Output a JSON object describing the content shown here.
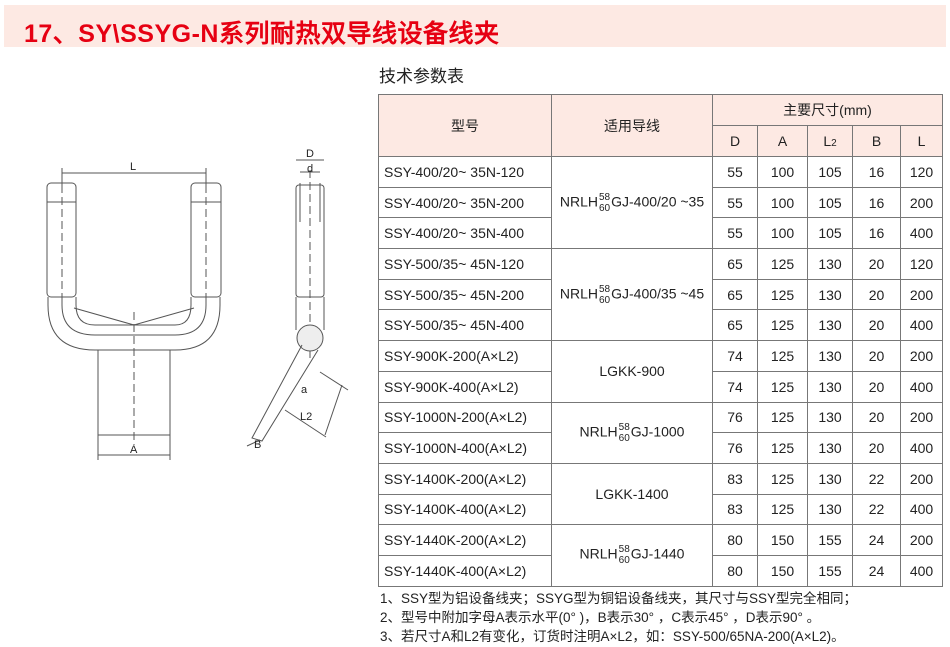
{
  "title": "17、SY\\SSYG-N系列耐热双导线设备线夹",
  "table_title": "技术参数表",
  "headers": {
    "model": "型号",
    "conductor": "适用导线",
    "dims": "主要尺寸(mm)",
    "D": "D",
    "A": "A",
    "L2_main": "L",
    "L2_sub": "2",
    "B": "B",
    "L": "L"
  },
  "groups": [
    {
      "pre": "NRLH",
      "sup": "58",
      "sub": "60",
      "post": "GJ-400/20 ~35"
    },
    {
      "pre": "NRLH",
      "sup": "58",
      "sub": "60",
      "post": "GJ-400/35 ~45"
    },
    {
      "pre": "",
      "sup": "",
      "sub": "",
      "post": "LGKK-900"
    },
    {
      "pre": "NRLH",
      "sup": "58",
      "sub": "60",
      "post": "GJ-1000"
    },
    {
      "pre": "",
      "sup": "",
      "sub": "",
      "post": "LGKK-1400"
    },
    {
      "pre": "NRLH",
      "sup": "58",
      "sub": "60",
      "post": "GJ-1440"
    }
  ],
  "rows": [
    {
      "model": "SSY-400/20~ 35N-120",
      "D": "55",
      "A": "100",
      "L2": "105",
      "B": "16",
      "L": "120"
    },
    {
      "model": "SSY-400/20~ 35N-200",
      "D": "55",
      "A": "100",
      "L2": "105",
      "B": "16",
      "L": "200"
    },
    {
      "model": "SSY-400/20~ 35N-400",
      "D": "55",
      "A": "100",
      "L2": "105",
      "B": "16",
      "L": "400"
    },
    {
      "model": "SSY-500/35~ 45N-120",
      "D": "65",
      "A": "125",
      "L2": "130",
      "B": "20",
      "L": "120"
    },
    {
      "model": "SSY-500/35~ 45N-200",
      "D": "65",
      "A": "125",
      "L2": "130",
      "B": "20",
      "L": "200"
    },
    {
      "model": "SSY-500/35~ 45N-400",
      "D": "65",
      "A": "125",
      "L2": "130",
      "B": "20",
      "L": "400"
    },
    {
      "model": "SSY-900K-200(A×L2)",
      "D": "74",
      "A": "125",
      "L2": "130",
      "B": "20",
      "L": "200"
    },
    {
      "model": "SSY-900K-400(A×L2)",
      "D": "74",
      "A": "125",
      "L2": "130",
      "B": "20",
      "L": "400"
    },
    {
      "model": "SSY-1000N-200(A×L2)",
      "D": "76",
      "A": "125",
      "L2": "130",
      "B": "20",
      "L": "200"
    },
    {
      "model": "SSY-1000N-400(A×L2)",
      "D": "76",
      "A": "125",
      "L2": "130",
      "B": "20",
      "L": "400"
    },
    {
      "model": "SSY-1400K-200(A×L2)",
      "D": "83",
      "A": "125",
      "L2": "130",
      "B": "22",
      "L": "200"
    },
    {
      "model": "SSY-1400K-400(A×L2)",
      "D": "83",
      "A": "125",
      "L2": "130",
      "B": "22",
      "L": "400"
    },
    {
      "model": "SSY-1440K-200(A×L2)",
      "D": "80",
      "A": "150",
      "L2": "155",
      "B": "24",
      "L": "200"
    },
    {
      "model": "SSY-1440K-400(A×L2)",
      "D": "80",
      "A": "150",
      "L2": "155",
      "B": "24",
      "L": "400"
    }
  ],
  "notes": [
    "1、SSY型为铝设备线夹；SSYG型为铜铝设备线夹，其尺寸与SSY型完全相同；",
    "2、型号中附加字母A表示水平(0° )，B表示30° ，C表示45° ，D表示90° 。",
    "3、若尺寸A和L2有变化，订货时注明A×L2，如：SSY-500/65NA-200(A×L2)。"
  ],
  "drawing_labels": {
    "L": "L",
    "A": "A",
    "D": "D",
    "d": "d",
    "a": "a",
    "L2": "L2",
    "B": "B"
  }
}
